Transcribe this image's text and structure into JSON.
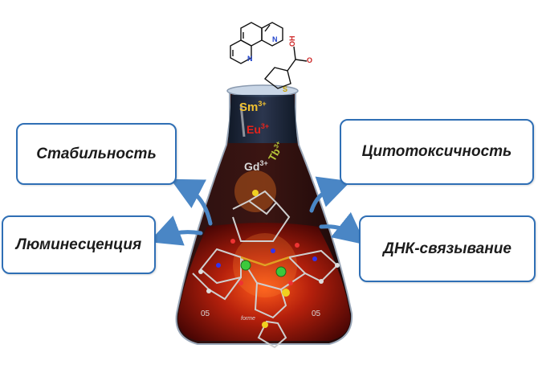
{
  "labels": {
    "stability": "Стабильность",
    "luminescence": "Люминесценция",
    "cytotoxicity": "Цитотоксичность",
    "dna_binding": "ДНК-связывание"
  },
  "ions": {
    "sm": "Sm",
    "sm_charge": "3+",
    "eu": "Eu",
    "eu_charge": "3+",
    "tb": "Tb",
    "tb_charge": "3+",
    "gd": "Gd",
    "gd_charge": "3+"
  },
  "molecule": {
    "n1": "N",
    "n2": "N",
    "s": "S",
    "o": "O",
    "oh": "OH"
  },
  "flask_marks": {
    "mark1": "05",
    "mark2": "05",
    "mark3": "forme"
  },
  "colors": {
    "box_border": "#2f6fb5",
    "arrow": "#4a86c5",
    "liquid": "#9a1a0a",
    "sm": "#f2c230",
    "eu": "#e8231a",
    "tb": "#b8c83a",
    "gd": "#d9d9d9"
  }
}
